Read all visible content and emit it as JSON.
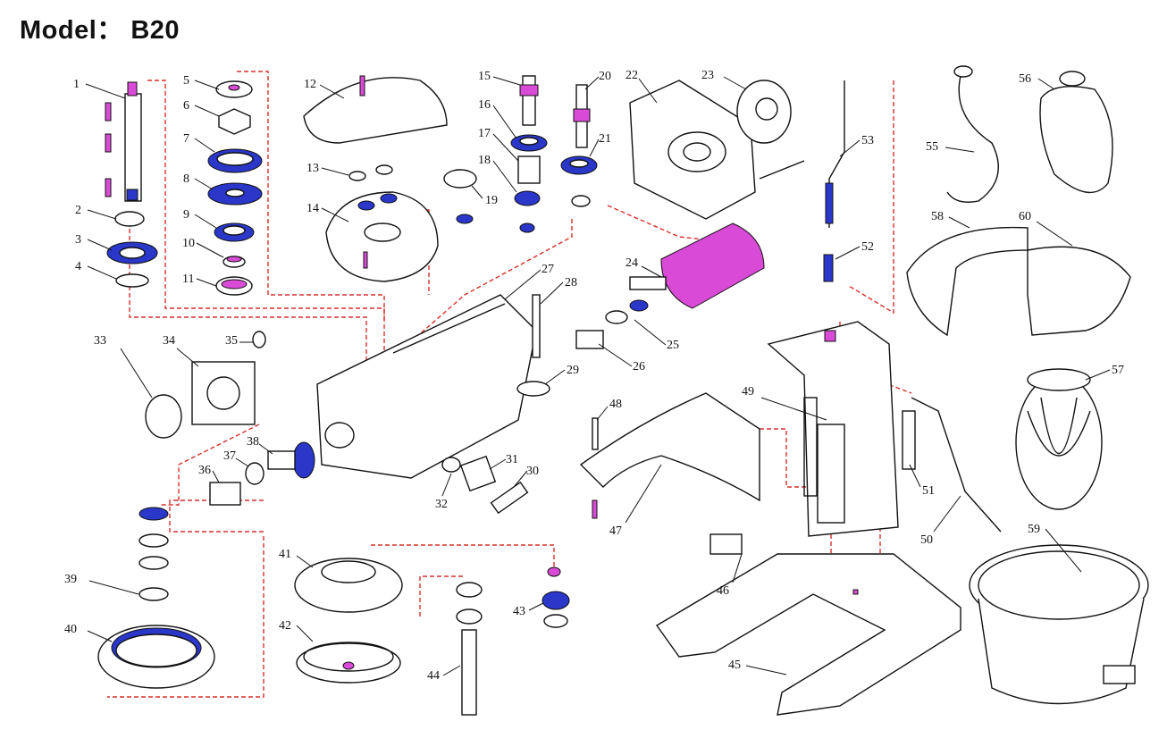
{
  "header": {
    "title": "Model： B20"
  },
  "colors": {
    "accent_blue": "#2a37c9",
    "accent_magenta": "#d94bd6",
    "connector_red": "#d9302b"
  },
  "parts": {
    "labels": [
      "1",
      "2",
      "3",
      "4",
      "5",
      "6",
      "7",
      "8",
      "9",
      "10",
      "11",
      "12",
      "13",
      "14",
      "15",
      "16",
      "17",
      "18",
      "19",
      "20",
      "21",
      "22",
      "23",
      "24",
      "25",
      "26",
      "27",
      "28",
      "29",
      "30",
      "31",
      "32",
      "33",
      "34",
      "35",
      "36",
      "37",
      "38",
      "39",
      "40",
      "41",
      "42",
      "43",
      "44",
      "45",
      "46",
      "47",
      "48",
      "49",
      "50",
      "51",
      "52",
      "53",
      "55",
      "56",
      "57",
      "58",
      "59",
      "60"
    ]
  }
}
